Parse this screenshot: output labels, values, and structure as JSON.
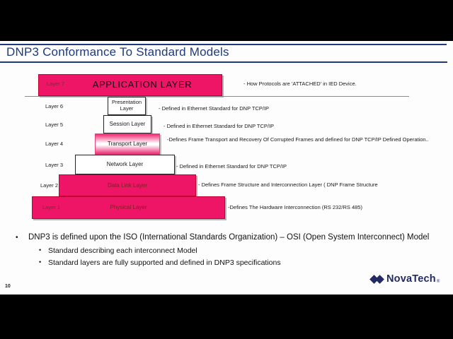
{
  "slide": {
    "title": "DNP3 Conformance To Standard Models",
    "page_number": "10"
  },
  "diagram": {
    "layers": [
      {
        "label": "Layer 7",
        "name": "APPLICATION LAYER",
        "note": "- How Protocols are 'ATTACHED' in IED Device.",
        "style": "pink"
      },
      {
        "label": "Layer 6",
        "name": "Presentation Layer",
        "note": "- Defined in Ethernet Standard for DNP TCP/IP",
        "style": "white"
      },
      {
        "label": "Layer 5",
        "name": "Session Layer",
        "note": "- Defined in Ethernet Standard for DNP TCP/IP",
        "style": "white"
      },
      {
        "label": "Layer 4",
        "name": "Transport Layer",
        "note": "-Defines Frame Transport and Recovery Of Corrupted Frames and defined for DNP TCP/IP Defined Operation..",
        "style": "gradient"
      },
      {
        "label": "Layer 3",
        "name": "Network Layer",
        "note": "- Defined in Ethernet Standard for DNP TCP/IP",
        "style": "white"
      },
      {
        "label": "Layer 2",
        "name": "Data Link Layer",
        "note": "- Defines Frame Structure and Interconnection Layer ( DNP Frame Structure",
        "style": "pink"
      },
      {
        "label": "Layer 1",
        "name": "Physical Layer",
        "note": "-Defines The Hardware Interconnection (RS 232/RS 485)",
        "style": "pink"
      }
    ]
  },
  "bullets": {
    "main": "DNP3 is defined upon the ISO (International Standards Organization) – OSI (Open System Interconnect) Model",
    "sub1": "Standard describing each interconnect Model",
    "sub2": "Standard layers are fully supported and defined in DNP3 specifications"
  },
  "logo": {
    "text": "NovaTech",
    "registered": "®"
  },
  "colors": {
    "accent_pink": "#ee1466",
    "title_navy": "#1f3a7d",
    "logo_navy": "#232a63",
    "layer_label_maroon": "#6d3430",
    "pink_box_text": "#7a2422",
    "shelf_gray": "#8a8a8a",
    "letterbox_black": "#000000"
  }
}
